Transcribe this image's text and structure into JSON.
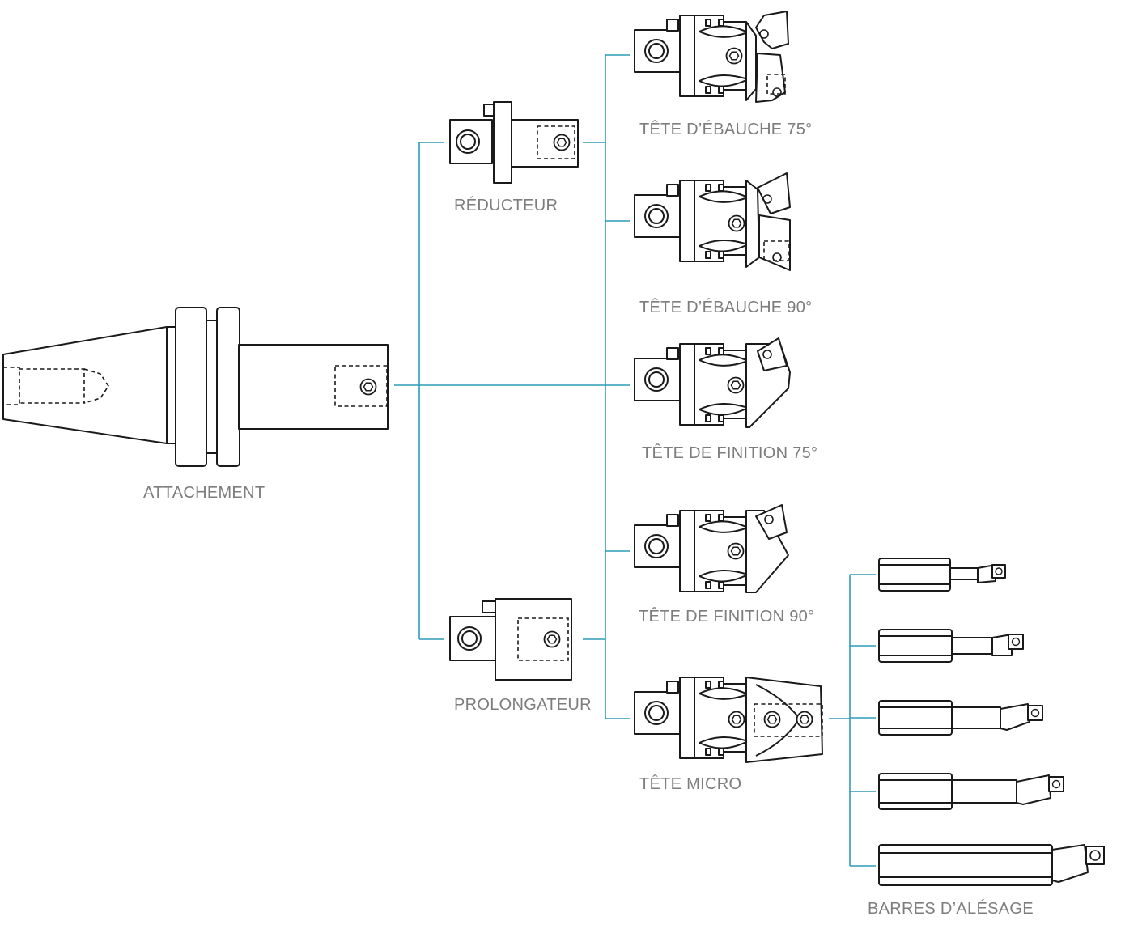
{
  "diagram": {
    "accent_color": "#2d9cb8",
    "line_color": "#1a1a1a",
    "label_color": "#7d7d7d",
    "nodes": {
      "attachment": {
        "label": "ATTACHEMENT",
        "icon": "taper-holder-icon"
      },
      "reducer": {
        "label": "RÉDUCTEUR",
        "icon": "reducer-icon"
      },
      "extension": {
        "label": "PROLONGATEUR",
        "icon": "extension-icon"
      },
      "rough_75": {
        "label": "TÊTE D’ÉBAUCHE 75°",
        "icon": "roughing-head-icon"
      },
      "rough_90": {
        "label": "TÊTE D’ÉBAUCHE 90°",
        "icon": "roughing-head-icon"
      },
      "finish_75": {
        "label": "TÊTE DE FINITION 75°",
        "icon": "finishing-head-icon"
      },
      "finish_90": {
        "label": "TÊTE DE FINITION 90°",
        "icon": "finishing-head-icon"
      },
      "micro": {
        "label": "TÊTE MICRO",
        "icon": "micro-head-icon"
      },
      "bars": {
        "label": "BARRES D’ALÉSAGE",
        "icon": "boring-bar-icon",
        "count": 5
      }
    },
    "edges": [
      [
        "attachment",
        "reducer"
      ],
      [
        "attachment",
        "extension"
      ],
      [
        "attachment",
        "finish_75"
      ],
      [
        "reducer",
        "rough_75"
      ],
      [
        "reducer",
        "rough_90"
      ],
      [
        "reducer",
        "finish_75"
      ],
      [
        "extension",
        "finish_90"
      ],
      [
        "extension",
        "micro"
      ],
      [
        "micro",
        "bars"
      ]
    ]
  }
}
